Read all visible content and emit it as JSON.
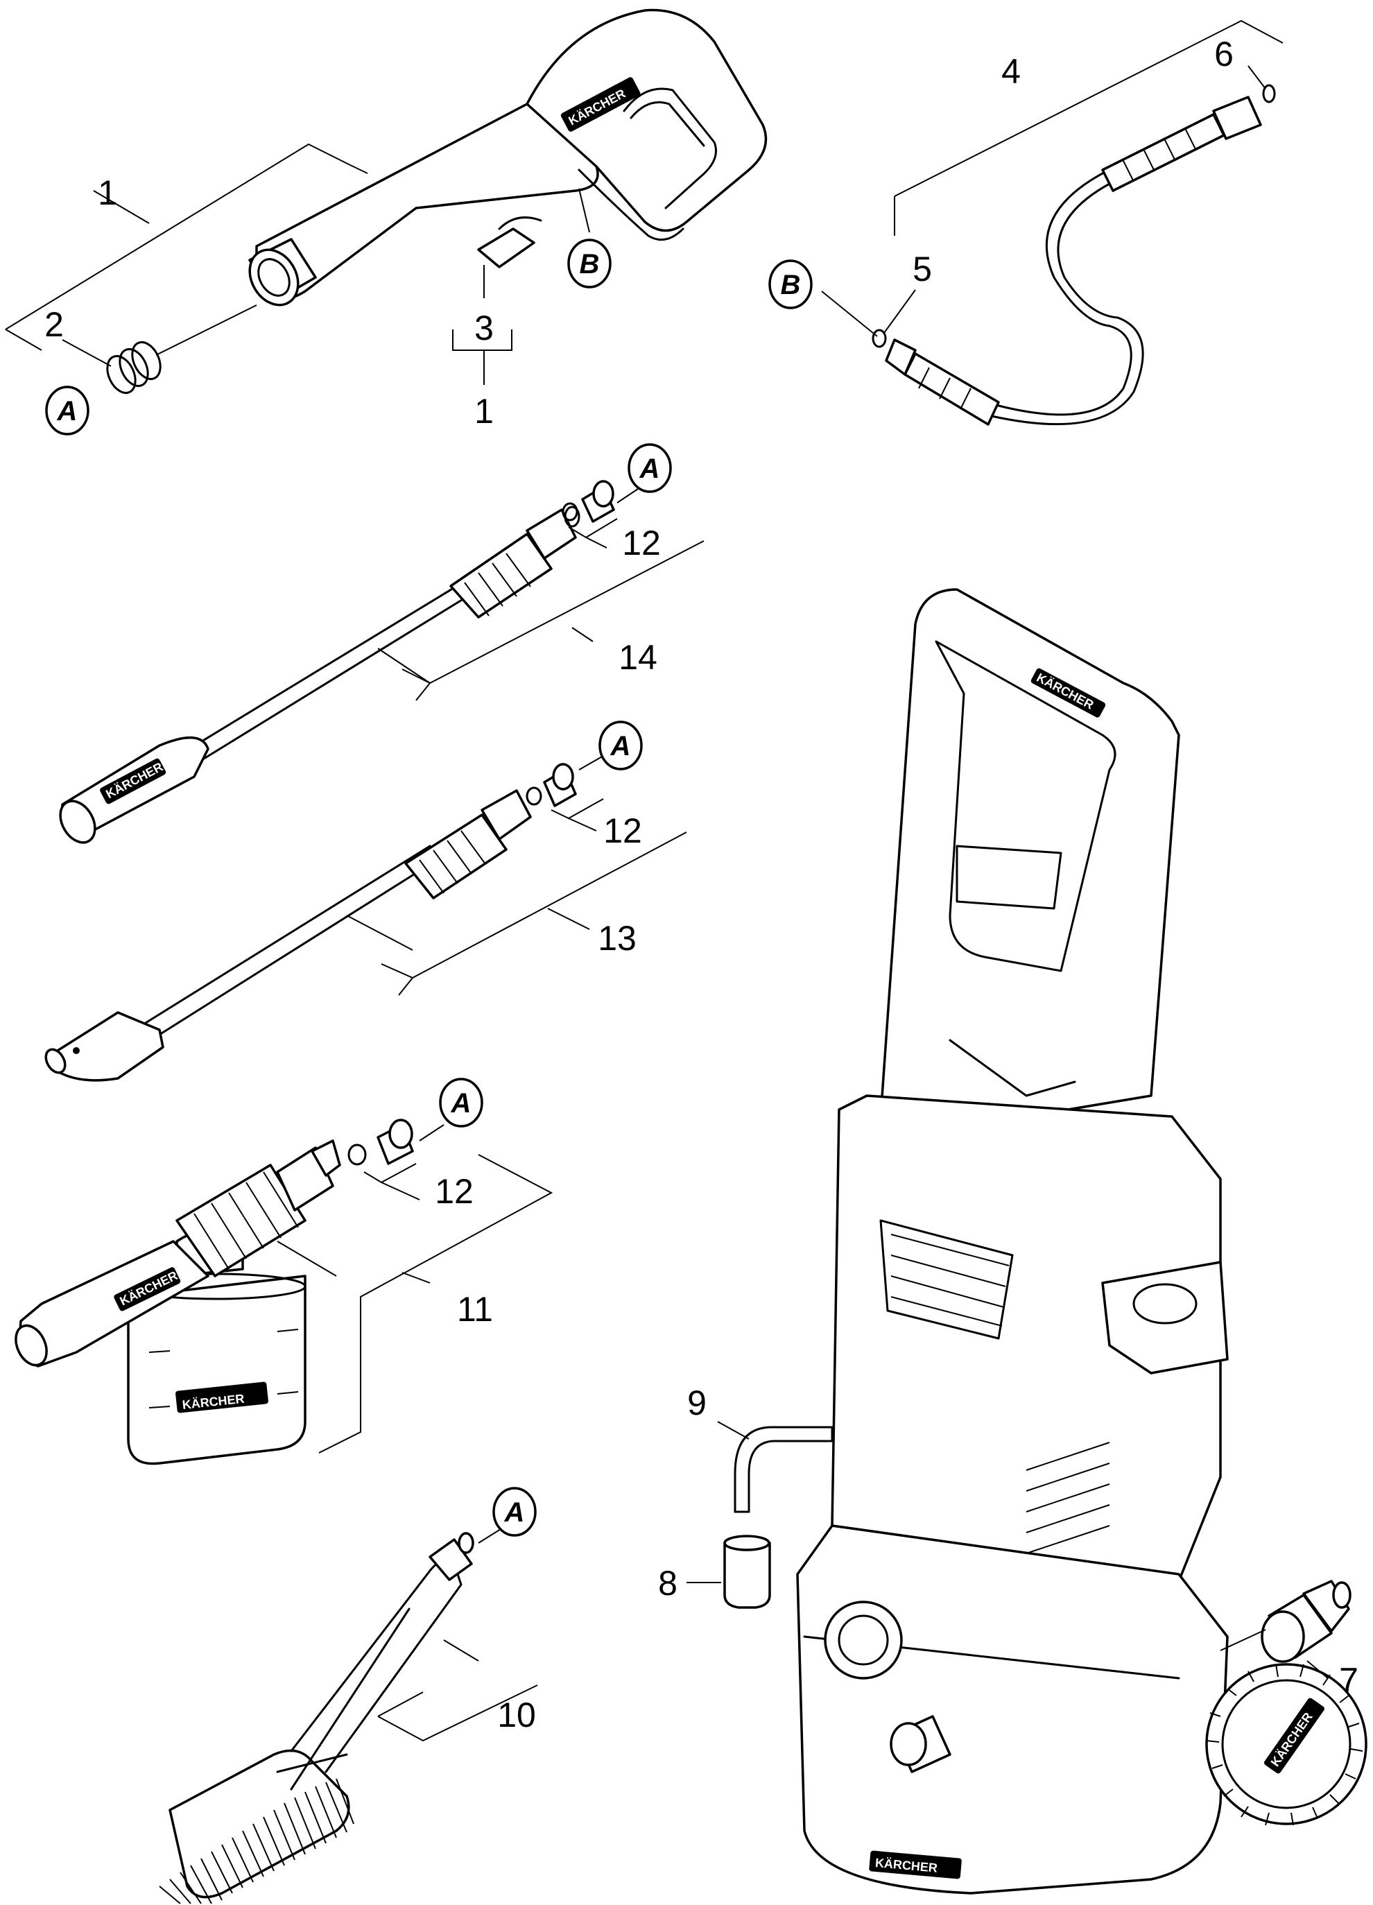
{
  "callouts": {
    "n1": "1",
    "n1b": "1",
    "n2": "2",
    "n3": "3",
    "n4": "4",
    "n5": "5",
    "n6": "6",
    "n7": "7",
    "n8": "8",
    "n9": "9",
    "n10": "10",
    "n11": "11",
    "n12a": "12",
    "n12b": "12",
    "n12c": "12",
    "n13": "13",
    "n14": "14"
  },
  "markers": {
    "a1": "A",
    "a2": "A",
    "a3": "A",
    "a4": "A",
    "a5": "A",
    "b1": "B",
    "b2": "B"
  },
  "brand": {
    "gun": "KÄRCHER",
    "lance": "KÄRCHER",
    "foam_nozzle": "KÄRCHER",
    "foam_bottle": "KÄRCHER",
    "unit_top": "KÄRCHER",
    "unit_base": "KÄRCHER",
    "hose_reel": "KÄRCHER"
  }
}
